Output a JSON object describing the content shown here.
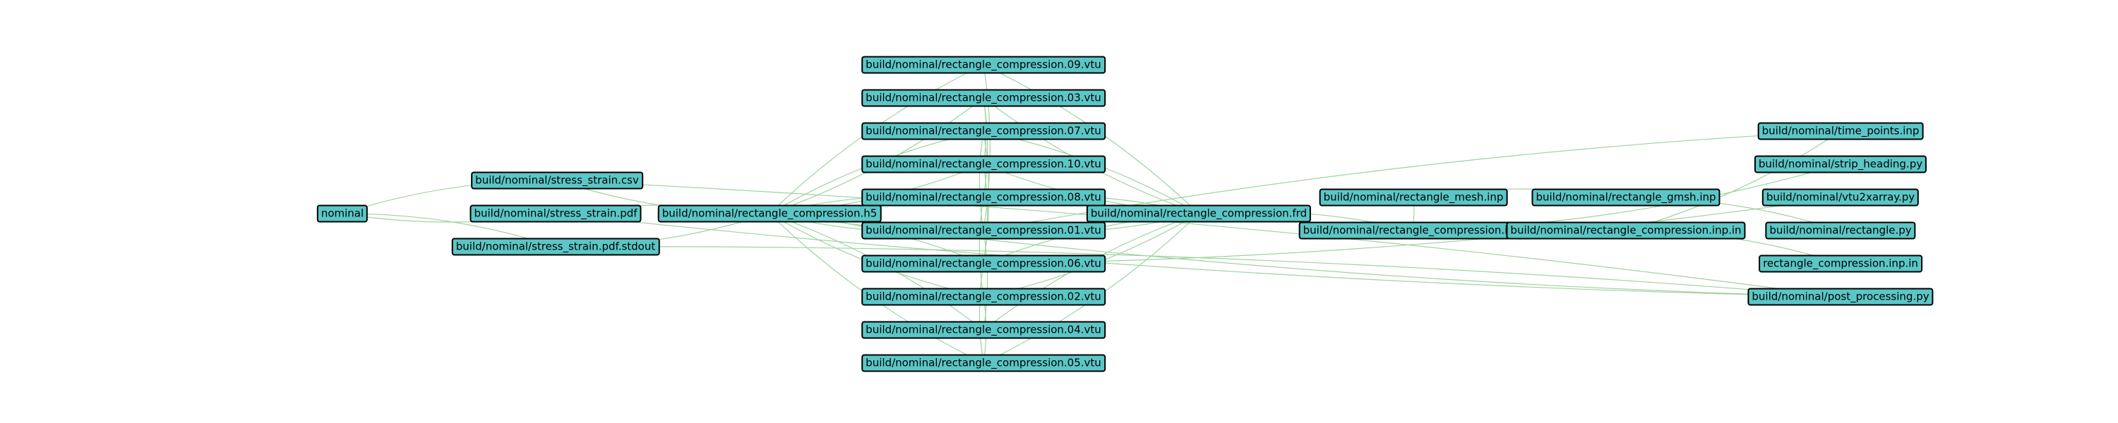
{
  "graph": {
    "edge_color": "#9fd39f",
    "node_fill": "#5cc6c6",
    "nodes": [
      {
        "id": "nominal",
        "label": "nominal"
      },
      {
        "id": "csv",
        "label": "build/nominal/stress_strain.csv"
      },
      {
        "id": "pdf",
        "label": "build/nominal/stress_strain.pdf"
      },
      {
        "id": "stdout",
        "label": "build/nominal/stress_strain.pdf.stdout"
      },
      {
        "id": "h5",
        "label": "build/nominal/rectangle_compression.h5"
      },
      {
        "id": "v09",
        "label": "build/nominal/rectangle_compression.09.vtu"
      },
      {
        "id": "v03",
        "label": "build/nominal/rectangle_compression.03.vtu"
      },
      {
        "id": "v07",
        "label": "build/nominal/rectangle_compression.07.vtu"
      },
      {
        "id": "v10",
        "label": "build/nominal/rectangle_compression.10.vtu"
      },
      {
        "id": "v08",
        "label": "build/nominal/rectangle_compression.08.vtu"
      },
      {
        "id": "v01",
        "label": "build/nominal/rectangle_compression.01.vtu"
      },
      {
        "id": "v06",
        "label": "build/nominal/rectangle_compression.06.vtu"
      },
      {
        "id": "v02",
        "label": "build/nominal/rectangle_compression.02.vtu"
      },
      {
        "id": "v04",
        "label": "build/nominal/rectangle_compression.04.vtu"
      },
      {
        "id": "v05",
        "label": "build/nominal/rectangle_compression.05.vtu"
      },
      {
        "id": "frd",
        "label": "build/nominal/rectangle_compression.frd"
      },
      {
        "id": "mesh",
        "label": "build/nominal/rectangle_mesh.inp"
      },
      {
        "id": "inp",
        "label": "build/nominal/rectangle_compression.inp"
      },
      {
        "id": "gmsh",
        "label": "build/nominal/rectangle_gmsh.inp"
      },
      {
        "id": "inpin",
        "label": "build/nominal/rectangle_compression.inp.in"
      },
      {
        "id": "tp",
        "label": "build/nominal/time_points.inp"
      },
      {
        "id": "sh",
        "label": "build/nominal/strip_heading.py"
      },
      {
        "id": "vx",
        "label": "build/nominal/vtu2xarray.py"
      },
      {
        "id": "rp",
        "label": "build/nominal/rectangle.py"
      },
      {
        "id": "rcin",
        "label": "rectangle_compression.inp.in"
      },
      {
        "id": "pp",
        "label": "build/nominal/post_processing.py"
      }
    ],
    "edges": [
      [
        "csv",
        "nominal"
      ],
      [
        "pdf",
        "nominal"
      ],
      [
        "stdout",
        "nominal"
      ],
      [
        "h5",
        "csv"
      ],
      [
        "h5",
        "pdf"
      ],
      [
        "h5",
        "stdout"
      ],
      [
        "v09",
        "h5"
      ],
      [
        "v03",
        "h5"
      ],
      [
        "v07",
        "h5"
      ],
      [
        "v10",
        "h5"
      ],
      [
        "v08",
        "h5"
      ],
      [
        "v01",
        "h5"
      ],
      [
        "v06",
        "h5"
      ],
      [
        "v02",
        "h5"
      ],
      [
        "v04",
        "h5"
      ],
      [
        "v05",
        "h5"
      ],
      [
        "frd",
        "v09"
      ],
      [
        "frd",
        "v03"
      ],
      [
        "frd",
        "v07"
      ],
      [
        "frd",
        "v10"
      ],
      [
        "frd",
        "v08"
      ],
      [
        "frd",
        "v01"
      ],
      [
        "frd",
        "v06"
      ],
      [
        "frd",
        "v02"
      ],
      [
        "frd",
        "v04"
      ],
      [
        "frd",
        "v05"
      ],
      [
        "v01",
        "v09"
      ],
      [
        "v03",
        "v10"
      ],
      [
        "v07",
        "v01"
      ],
      [
        "v10",
        "v06"
      ],
      [
        "v08",
        "v02"
      ],
      [
        "v01",
        "v04"
      ],
      [
        "v06",
        "v05"
      ],
      [
        "v02",
        "v05"
      ],
      [
        "v08",
        "v03"
      ],
      [
        "v07",
        "v06"
      ],
      [
        "inp",
        "frd"
      ],
      [
        "mesh",
        "inp"
      ],
      [
        "gmsh",
        "mesh"
      ],
      [
        "inpin",
        "inp"
      ],
      [
        "rp",
        "gmsh"
      ],
      [
        "tp",
        "inpin"
      ],
      [
        "rcin",
        "inpin"
      ],
      [
        "sh",
        "inp"
      ],
      [
        "tp",
        "v01"
      ],
      [
        "vx",
        "v06"
      ],
      [
        "pp",
        "stdout"
      ],
      [
        "pp",
        "pdf"
      ],
      [
        "pp",
        "csv"
      ],
      [
        "pp",
        "h5"
      ]
    ]
  }
}
